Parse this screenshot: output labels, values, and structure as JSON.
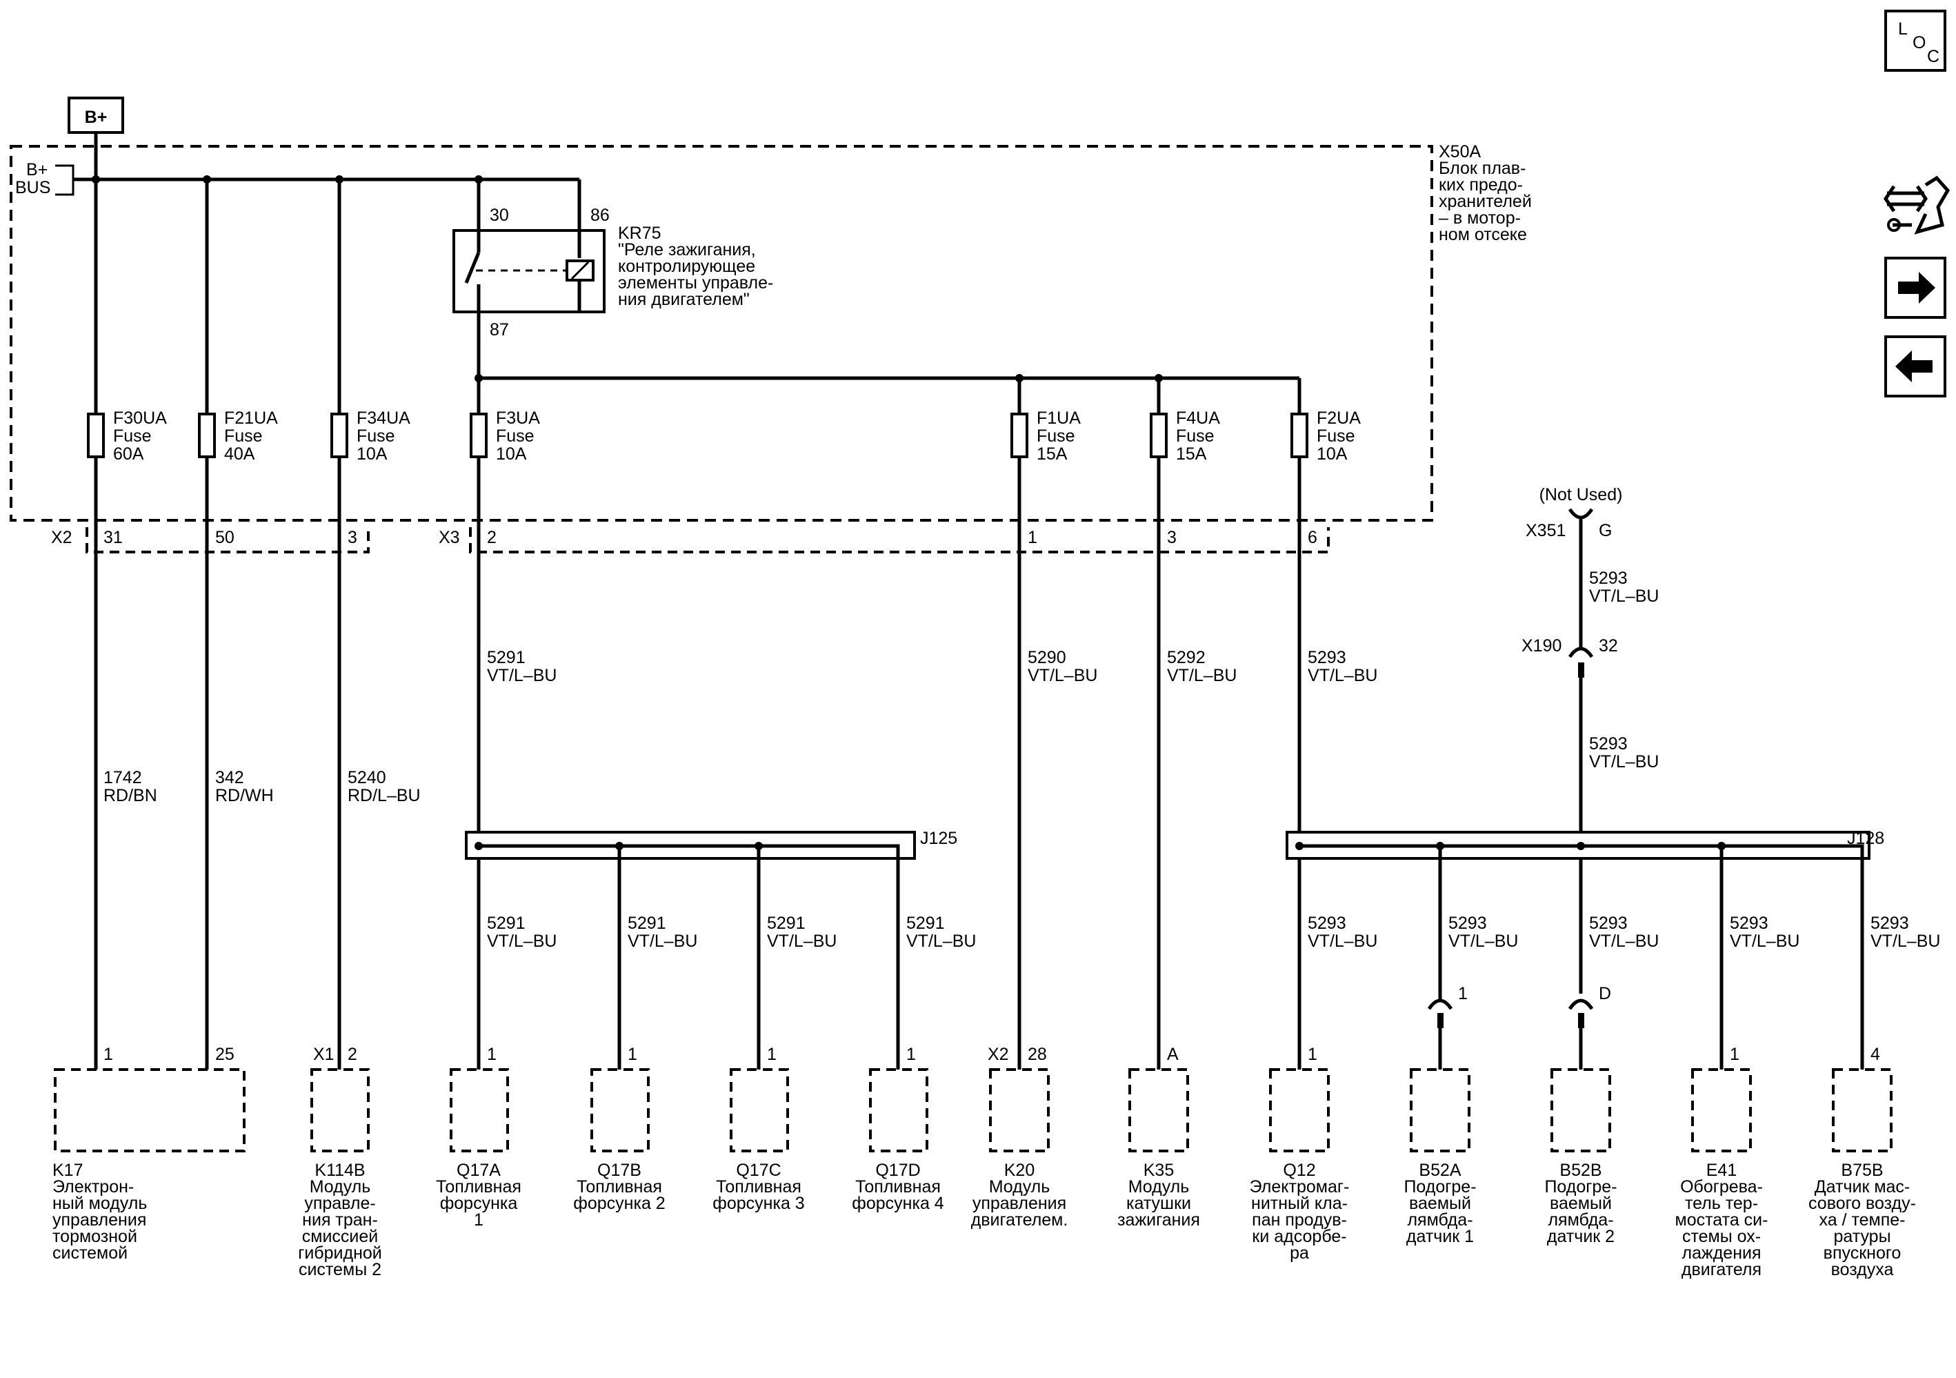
{
  "source": {
    "label": "B+"
  },
  "bus": {
    "line1": "B+",
    "line2": "BUS"
  },
  "fuse_block": {
    "id": "X50A",
    "desc": [
      "Блок плав-",
      "ких предо-",
      "хранителей",
      "– в мотор-",
      "ном отсеке"
    ]
  },
  "relay": {
    "id": "KR75",
    "desc": [
      "\"Реле зажигания,",
      "контролирующее",
      "элементы управле-",
      "ния двигателем\""
    ],
    "pin_30": "30",
    "pin_86": "86",
    "pin_87": "87"
  },
  "fuses": [
    {
      "name": "F30UA",
      "type": "Fuse",
      "rating": "60A"
    },
    {
      "name": "F21UA",
      "type": "Fuse",
      "rating": "40A"
    },
    {
      "name": "F34UA",
      "type": "Fuse",
      "rating": "10A"
    },
    {
      "name": "F3UA",
      "type": "Fuse",
      "rating": "10A"
    },
    {
      "name": "F1UA",
      "type": "Fuse",
      "rating": "15A"
    },
    {
      "name": "F4UA",
      "type": "Fuse",
      "rating": "15A"
    },
    {
      "name": "F2UA",
      "type": "Fuse",
      "rating": "10A"
    }
  ],
  "connectors": {
    "x2": {
      "id": "X2",
      "pins": [
        "31",
        "50",
        "3"
      ]
    },
    "x3": {
      "id": "X3",
      "pins": [
        "2",
        "1",
        "3",
        "6"
      ]
    },
    "x351": {
      "id": "X351",
      "pin": "G",
      "note": "(Not Used)"
    },
    "x190": {
      "id": "X190",
      "pin": "32"
    }
  },
  "wires": {
    "w1742": {
      "circuit": "1742",
      "color": "RD/BN"
    },
    "w342": {
      "circuit": "342",
      "color": "RD/WH"
    },
    "w5240": {
      "circuit": "5240",
      "color": "RD/L–BU"
    },
    "w5291": {
      "circuit": "5291",
      "color": "VT/L–BU"
    },
    "w5290": {
      "circuit": "5290",
      "color": "VT/L–BU"
    },
    "w5292": {
      "circuit": "5292",
      "color": "VT/L–BU"
    },
    "w5293": {
      "circuit": "5293",
      "color": "VT/L–BU"
    }
  },
  "splices": {
    "j125": "J125",
    "j128": "J128"
  },
  "inline": {
    "b52a_pin": "1",
    "b52b_pin": "D"
  },
  "components": [
    {
      "id": "K17",
      "pins": [
        "1",
        "25"
      ],
      "desc": [
        "Электрон-",
        "ный модуль",
        "управления",
        "тормозной",
        "системой"
      ]
    },
    {
      "id": "K114B",
      "conn": "X1",
      "pin": "2",
      "desc": [
        "Модуль",
        "управле-",
        "ния тран-",
        "смиссией",
        "гибридной",
        "системы 2"
      ]
    },
    {
      "id": "Q17A",
      "pin": "1",
      "desc": [
        "Топливная",
        "форсунка",
        "1"
      ]
    },
    {
      "id": "Q17B",
      "pin": "1",
      "desc": [
        "Топливная",
        "форсунка 2"
      ]
    },
    {
      "id": "Q17C",
      "pin": "1",
      "desc": [
        "Топливная",
        "форсунка 3"
      ]
    },
    {
      "id": "Q17D",
      "pin": "1",
      "desc": [
        "Топливная",
        "форсунка 4"
      ]
    },
    {
      "id": "K20",
      "conn": "X2",
      "pin": "28",
      "desc": [
        "Модуль",
        "управления",
        "двигателем."
      ]
    },
    {
      "id": "K35",
      "pin": "A",
      "desc": [
        "Модуль",
        "катушки",
        "зажигания"
      ]
    },
    {
      "id": "Q12",
      "pin": "1",
      "desc": [
        "Электромаг-",
        "нитный кла-",
        "пан продув-",
        "ки адсорбе-",
        "ра"
      ]
    },
    {
      "id": "B52A",
      "desc": [
        "Подогре-",
        "ваемый",
        "лямбда-",
        "датчик 1"
      ]
    },
    {
      "id": "B52B",
      "desc": [
        "Подогре-",
        "ваемый",
        "лямбда-",
        "датчик 2"
      ]
    },
    {
      "id": "E41",
      "pin": "1",
      "desc": [
        "Обогрева-",
        "тель тер-",
        "мостата си-",
        "стемы ох-",
        "лаждения",
        "двигателя"
      ]
    },
    {
      "id": "B75B",
      "pin": "4",
      "desc": [
        "Датчик мас-",
        "сового возду-",
        "ха / темпе-",
        "ратуры",
        "впускного",
        "воздуха"
      ]
    }
  ],
  "nav": {
    "loc_letters": [
      "L",
      "O",
      "C"
    ],
    "icons": [
      "connector-view-icon",
      "arrow-right-icon",
      "arrow-left-icon"
    ]
  }
}
